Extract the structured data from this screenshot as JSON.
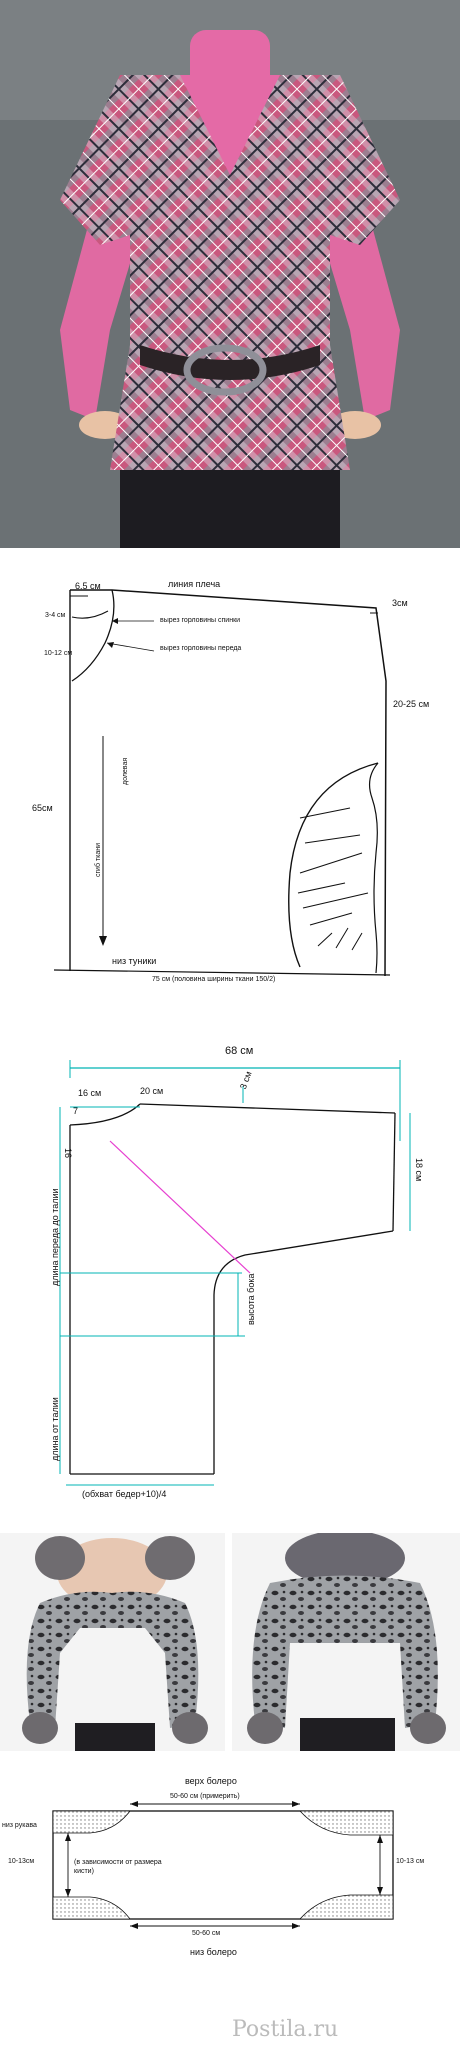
{
  "pattern1": {
    "shoulder_label": "линия плеча",
    "top_width": "6.5 см",
    "drop": "3см",
    "neck_back": "3-4 см",
    "neck_back_note": "вырез горловины спинки",
    "neck_front": "10-12 см",
    "neck_front_note": "вырез горловины переда",
    "side_depth": "20-25 см",
    "length": "65см",
    "grain_label": "долевая",
    "fold_label": "сгиб ткани",
    "hem_label": "низ туники",
    "bottom_width": "75 см (половина ширины ткани 150/2)"
  },
  "pattern2": {
    "width": "68 см",
    "neck_width": "16 см",
    "shoulder_len": "20 см",
    "shoulder_drop": "3 см",
    "neck_depth_small": "7",
    "neck_depth": "16",
    "cuff": "18 см",
    "front_length": "длина переда до талии",
    "side_height": "высота бока",
    "waist_length": "длина от талии",
    "bottom": "(обхват бедер+10)/4"
  },
  "pattern3": {
    "top_title": "верх болеро",
    "top_width": "50-60 см (примерить)",
    "sleeve_label": "низ рукава",
    "left_side": "10-13см",
    "left_note": "(в зависимости от размера кисти)",
    "right_side": "10-13 см",
    "bottom_width": "50-60 см",
    "bottom_title": "низ болеро"
  },
  "watermark": "Postila.ru"
}
